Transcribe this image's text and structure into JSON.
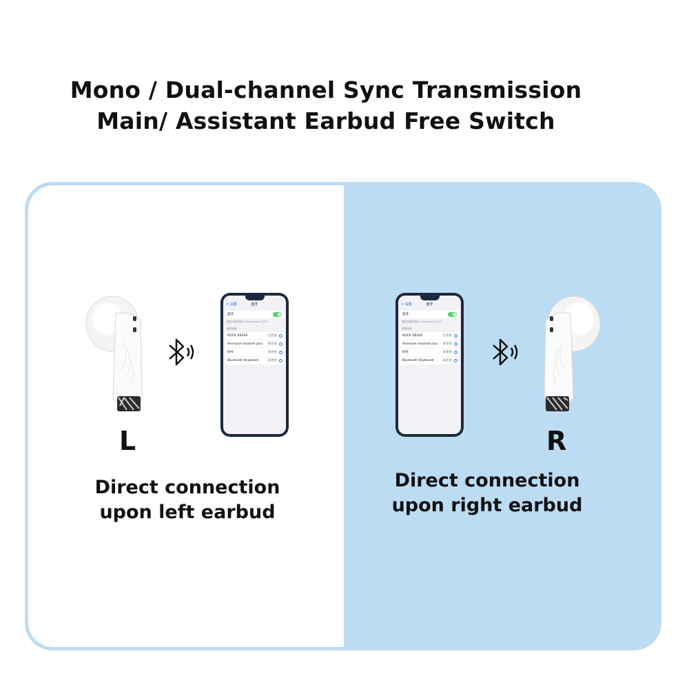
{
  "header": {
    "line1": "Mono / Dual-channel Sync Transmission",
    "line2": "Main/ Assistant Earbud Free Switch"
  },
  "left": {
    "letter": "L",
    "caption_line1": "Direct connection",
    "caption_line2": "upon left earbud"
  },
  "right": {
    "letter": "R",
    "caption_line1": "Direct connection",
    "caption_line2": "upon right earbud"
  },
  "phone_screen": {
    "back": "< 设置",
    "title": "蓝牙",
    "bluetooth_label": "蓝牙",
    "discoverable_text": "现在可被发现为“Conservion 2113”。",
    "section_label": "我的设备",
    "devices": [
      {
        "name": "ROCK EB300",
        "status": "已连接"
      },
      {
        "name": "Anenaue seashell plus",
        "status": "未连接"
      },
      {
        "name": "BY6",
        "status": "未连接"
      },
      {
        "name": "Bluetooth Keyboard",
        "status": "未连接"
      }
    ]
  },
  "colors": {
    "panel_blue": "#bcdcf3",
    "toggle_green": "#4cd964",
    "link_blue": "#2a6fd6"
  },
  "icons": [
    "bluetooth-icon",
    "earbud-left",
    "earbud-right",
    "phone"
  ]
}
